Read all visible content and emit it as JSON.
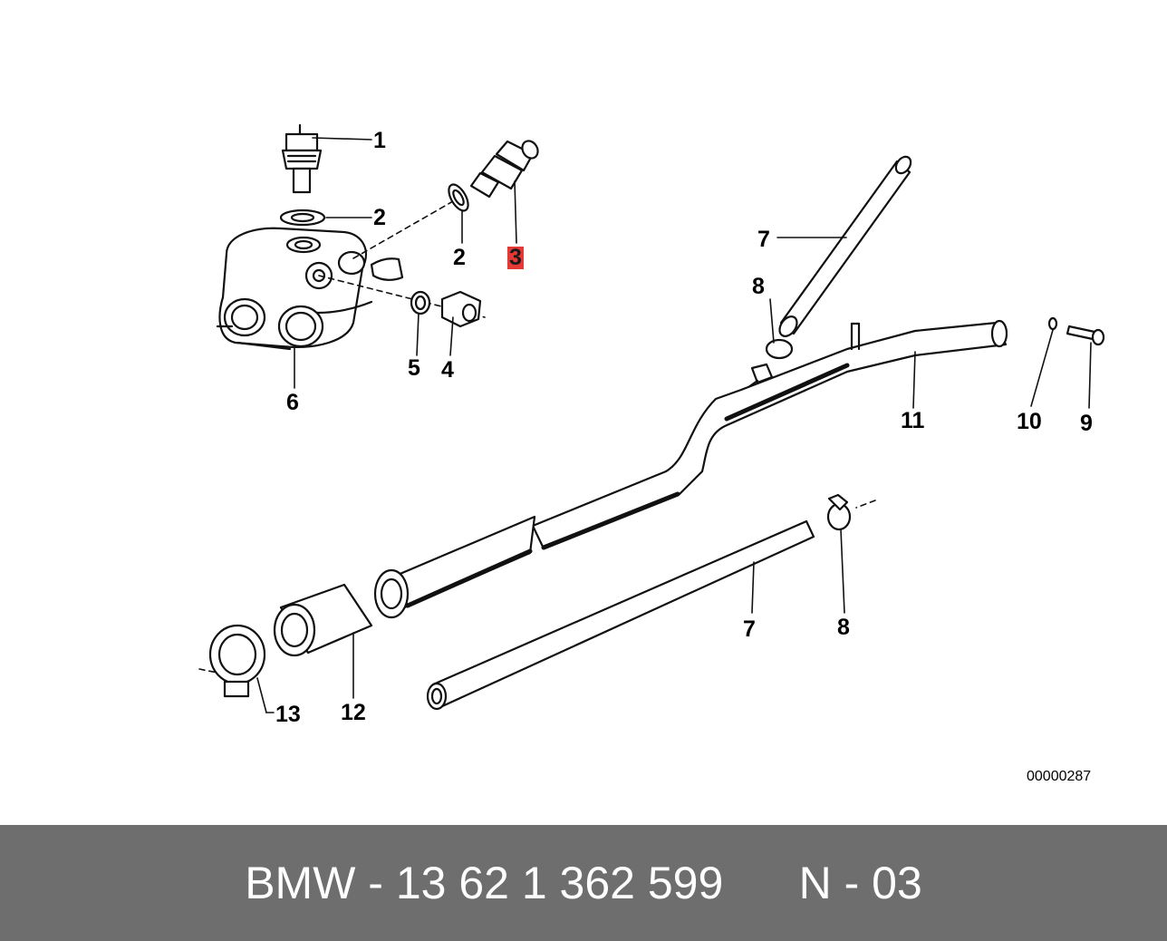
{
  "diagram": {
    "callouts": [
      {
        "id": "1",
        "text": "1"
      },
      {
        "id": "2a",
        "text": "2"
      },
      {
        "id": "2b",
        "text": "2"
      },
      {
        "id": "3",
        "text": "3",
        "highlighted": true
      },
      {
        "id": "4",
        "text": "4"
      },
      {
        "id": "5",
        "text": "5"
      },
      {
        "id": "6",
        "text": "6"
      },
      {
        "id": "7a",
        "text": "7"
      },
      {
        "id": "8a",
        "text": "8"
      },
      {
        "id": "11",
        "text": "11"
      },
      {
        "id": "10",
        "text": "10"
      },
      {
        "id": "9",
        "text": "9"
      },
      {
        "id": "7b",
        "text": "7"
      },
      {
        "id": "8b",
        "text": "8"
      },
      {
        "id": "13",
        "text": "13"
      },
      {
        "id": "12",
        "text": "12"
      }
    ],
    "drawing_number": "00000287",
    "highlight_color": "#e53935"
  },
  "footer": {
    "part_label": "BMW - 13 62 1 362 599",
    "variant_label": "N - 03",
    "background_color": "#6e6e6e"
  }
}
